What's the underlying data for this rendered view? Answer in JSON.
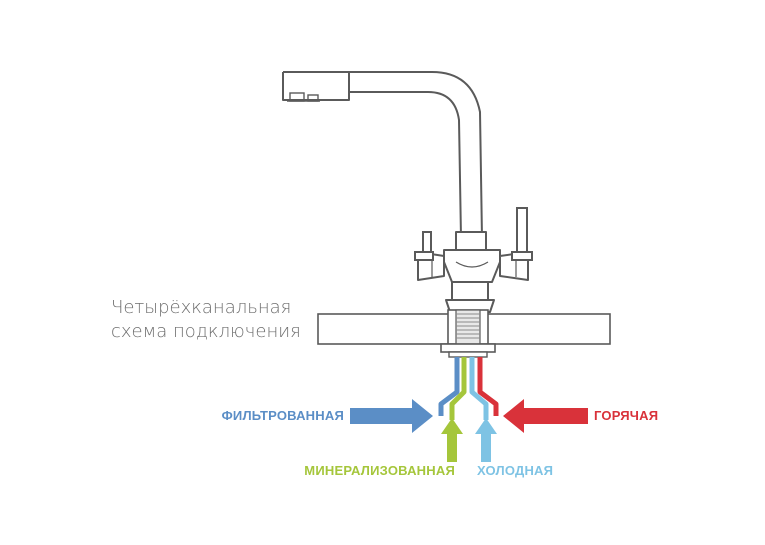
{
  "caption": {
    "line1": "Четырёхканальная",
    "line2": "схема подключения"
  },
  "labels": {
    "filtered": "ФИЛЬТРОВАННАЯ",
    "hot": "ГОРЯЧАЯ",
    "mineral": "МИНЕРАЛИЗОВАННАЯ",
    "cold": "ХОЛОДНАЯ"
  },
  "colors": {
    "filtered": "#5b8ec6",
    "hot": "#d9323a",
    "mineral": "#a5c63b",
    "cold": "#7ec3e4",
    "outline": "#5a5a5a"
  }
}
